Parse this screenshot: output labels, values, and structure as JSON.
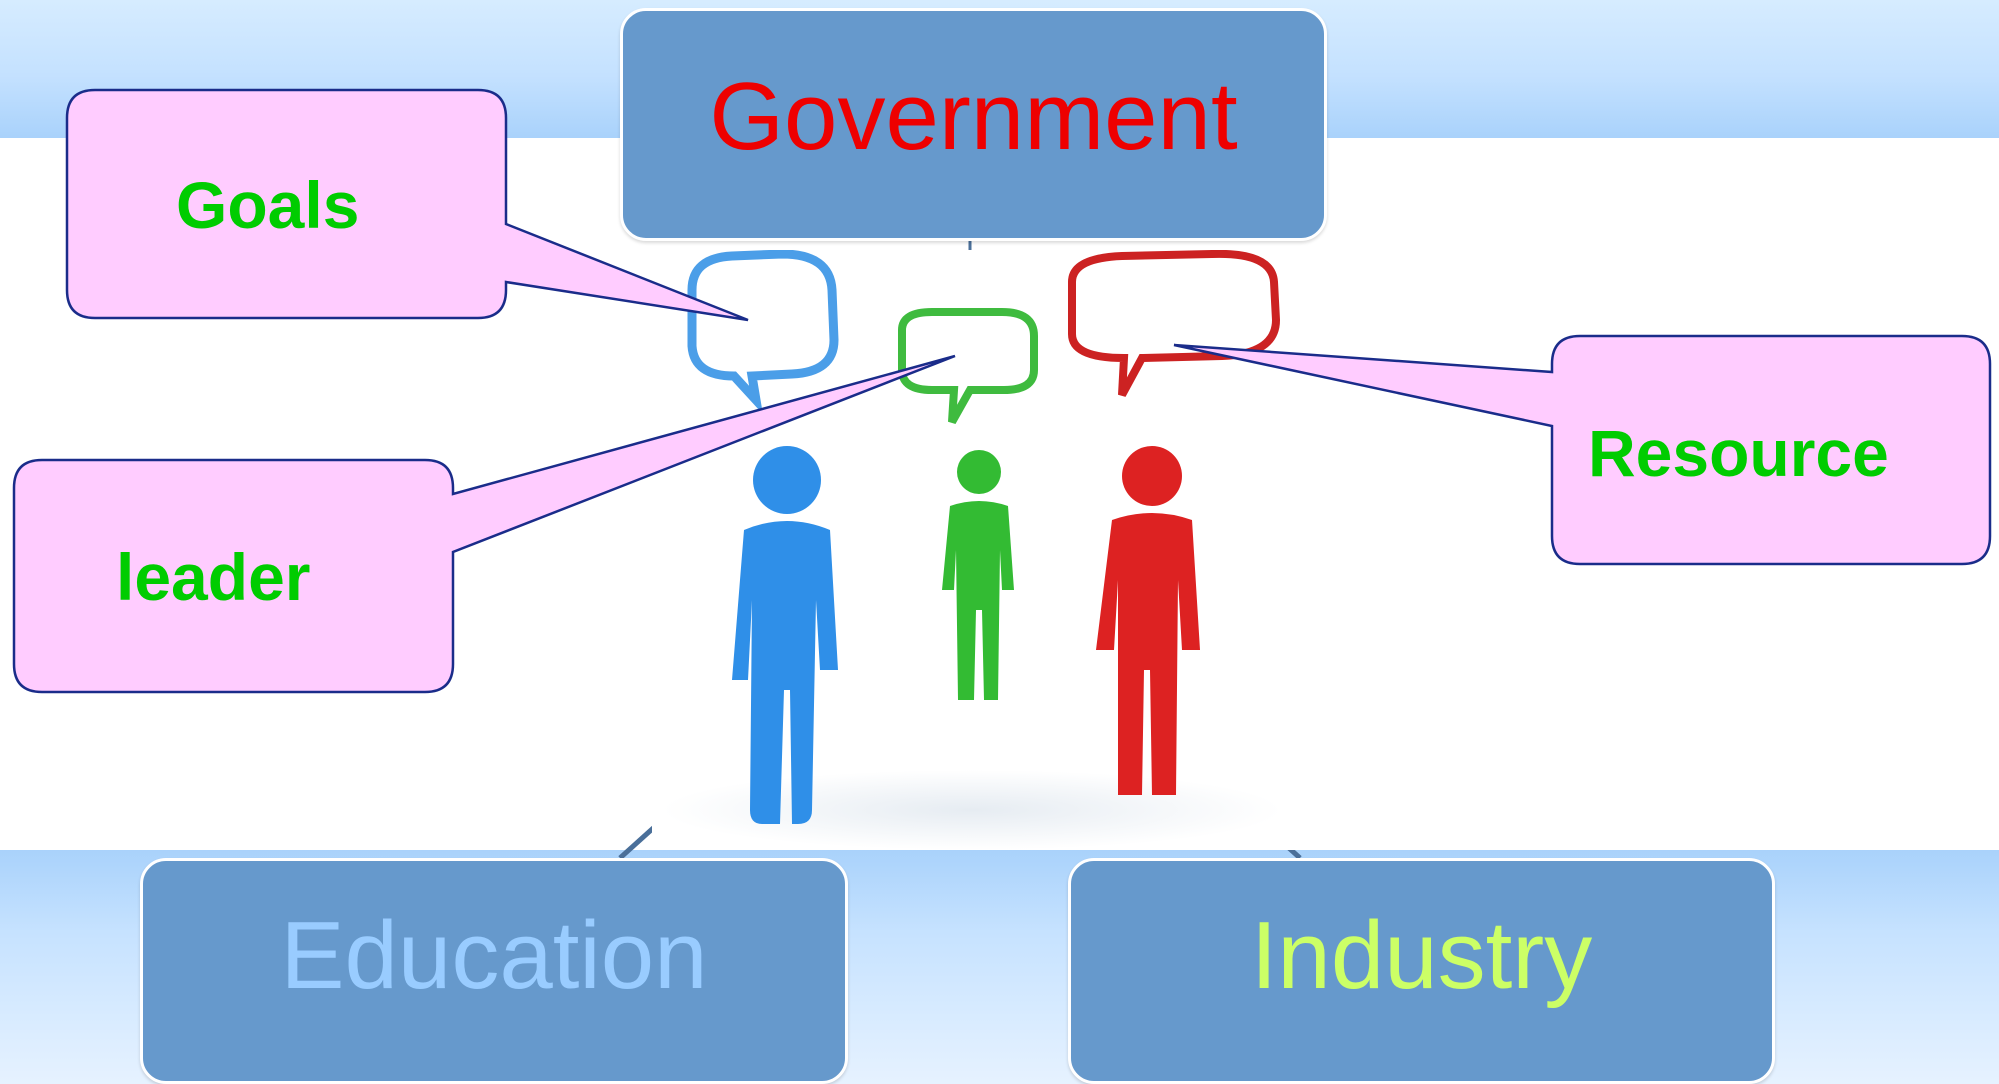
{
  "nodes": {
    "government": "Government",
    "education": "Education",
    "industry": "Industry"
  },
  "callouts": {
    "goals": "Goals",
    "leader": "leader",
    "resource": "Resource"
  },
  "colors": {
    "box_fill": "#6699cc",
    "government_text": "#ee0000",
    "education_text": "#99ccff",
    "industry_text": "#ccff66",
    "callout_fill": "#ffccff",
    "callout_text": "#00cc00",
    "person_blue": "#2f8fe8",
    "person_green": "#33bb33",
    "person_red": "#dd2222"
  },
  "illustration": {
    "subject": "three people with speech bubbles",
    "people": [
      "blue-person",
      "green-person",
      "red-person"
    ]
  }
}
